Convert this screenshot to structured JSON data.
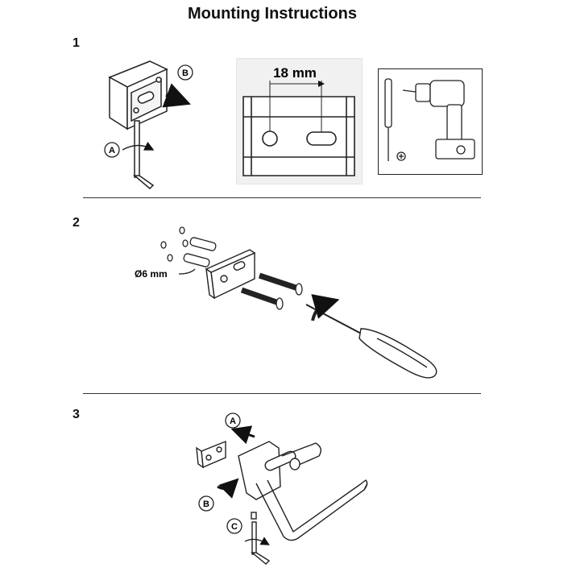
{
  "title": "Mounting Instructions",
  "steps": [
    {
      "number": "1"
    },
    {
      "number": "2"
    },
    {
      "number": "3"
    }
  ],
  "step1": {
    "label_a": "A",
    "label_b": "B",
    "measure": "18 mm"
  },
  "step2": {
    "drill_size": "Ø6 mm"
  },
  "step3": {
    "label_a": "A",
    "label_b": "B",
    "label_c": "C"
  }
}
